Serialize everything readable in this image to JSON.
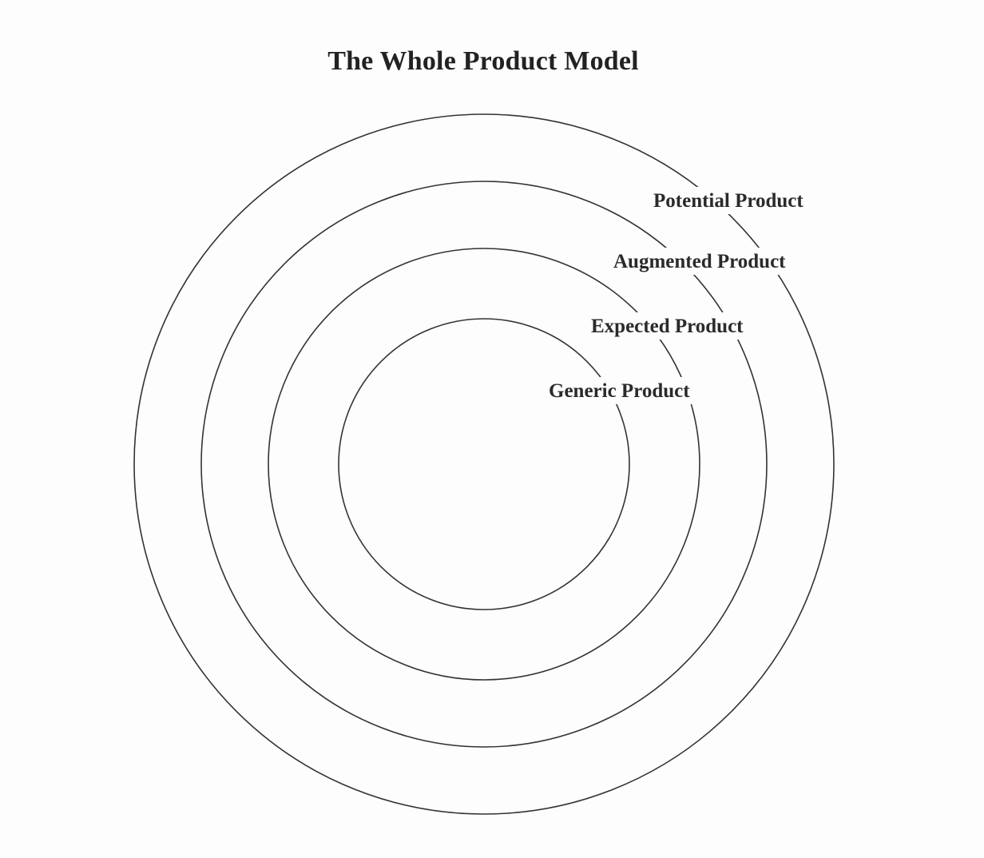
{
  "title": "The Whole Product Model",
  "rings": [
    {
      "id": "generic",
      "label": "Generic Product"
    },
    {
      "id": "expected",
      "label": "Expected Product"
    },
    {
      "id": "augmented",
      "label": "Augmented Product"
    },
    {
      "id": "potential",
      "label": "Potential Product"
    }
  ],
  "colors": {
    "stroke": "#333333",
    "text": "#2a2a2a",
    "background": "#fdfdfd"
  }
}
